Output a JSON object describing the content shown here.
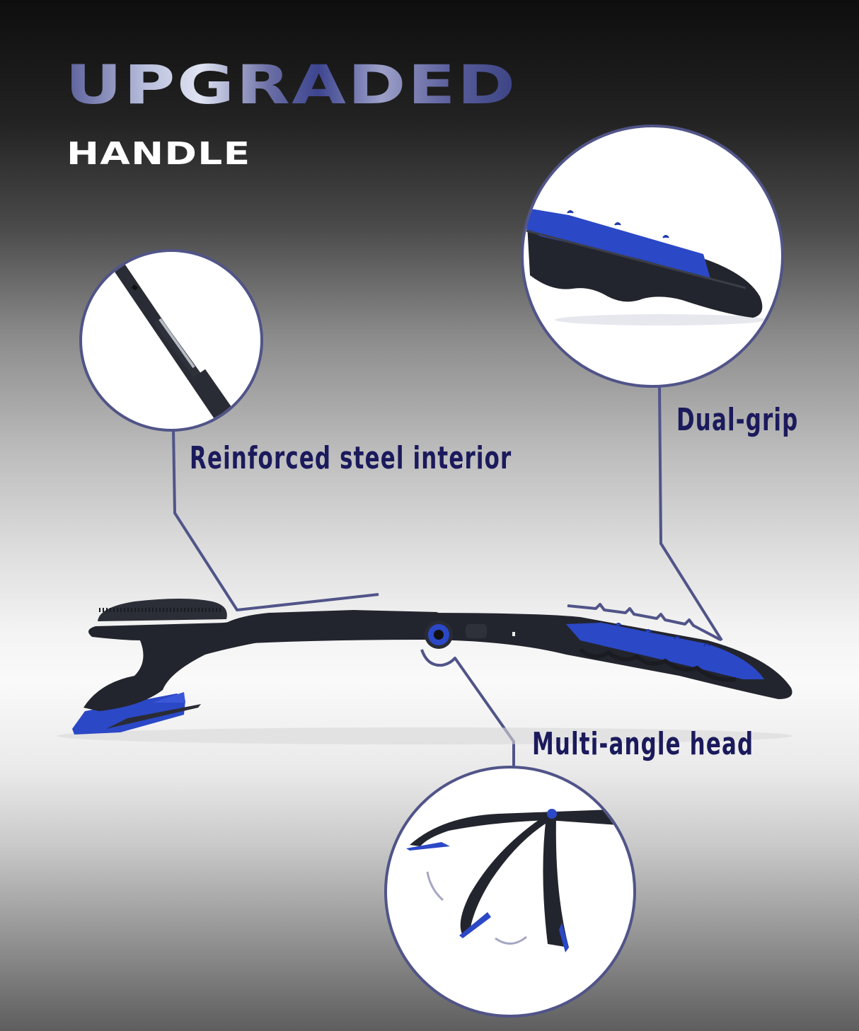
{
  "header": {
    "title_line1": "UPGRADED",
    "title_line2": "HANDLE"
  },
  "features": [
    {
      "id": "steel",
      "label": "Reinforced steel interior",
      "icon": "steel-rod-closeup"
    },
    {
      "id": "grip",
      "label": "Dual-grip",
      "icon": "handle-grip-closeup"
    },
    {
      "id": "head",
      "label": "Multi-angle head",
      "icon": "pivoting-head-closeup"
    }
  ],
  "colors": {
    "label_text": "#1b1a5c",
    "callout_line": "#505488",
    "accent_blue": "#2b45c8",
    "product_black": "#23252e",
    "title_gradient_light": "#dfe3f2",
    "title_gradient_dark": "#3d4590"
  }
}
